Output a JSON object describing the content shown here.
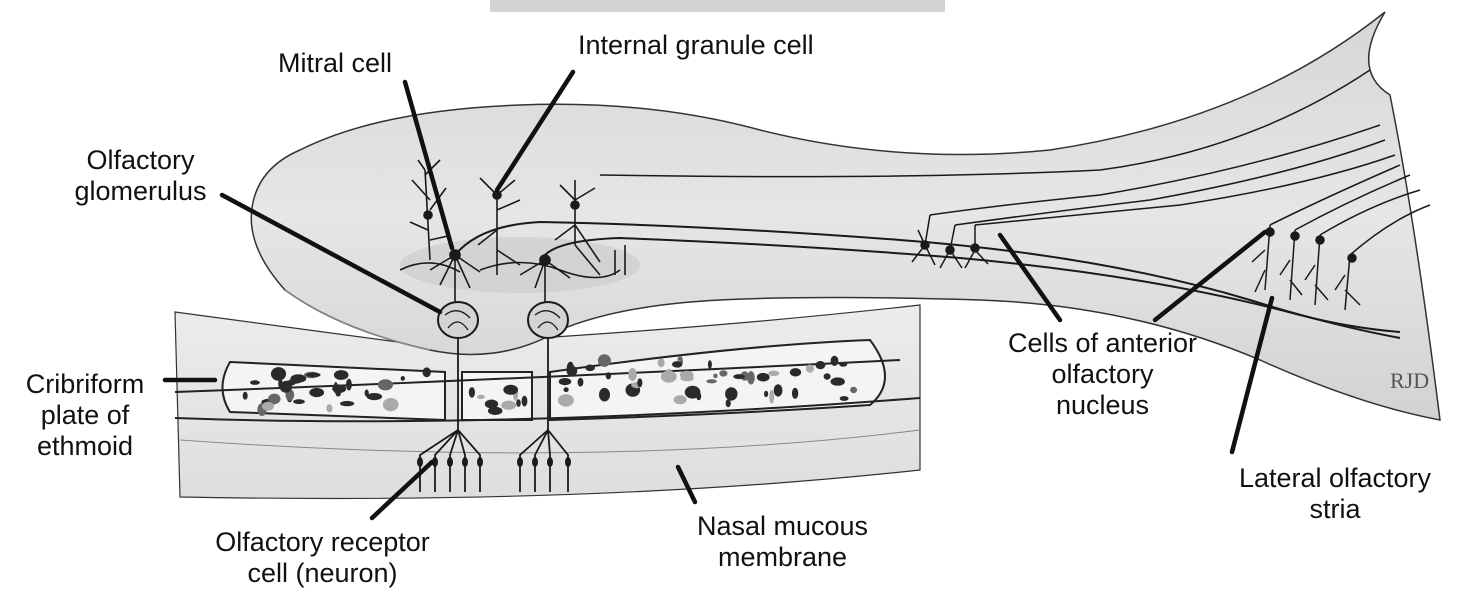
{
  "labels": {
    "mitral_cell": "Mitral cell",
    "internal_granule_cell": "Internal granule cell",
    "olfactory_glomerulus": [
      "Olfactory",
      "glomerulus"
    ],
    "cribriform_plate": [
      "Cribriform",
      "plate of",
      "ethmoid"
    ],
    "olfactory_receptor_cell": [
      "Olfactory receptor",
      "cell (neuron)"
    ],
    "nasal_mucous_membrane": [
      "Nasal mucous",
      "membrane"
    ],
    "cells_anterior_olfactory_nucleus": [
      "Cells of anterior",
      "olfactory",
      "nucleus"
    ],
    "lateral_olfactory_stria": [
      "Lateral olfactory",
      "stria"
    ]
  },
  "signature": "RJD",
  "colors": {
    "tissue_fill": "#e3e3e3",
    "tissue_shade": "#cfcfcf",
    "line": "#1a1a1a",
    "text": "#111111",
    "header_bar": "#d3d3d3"
  }
}
